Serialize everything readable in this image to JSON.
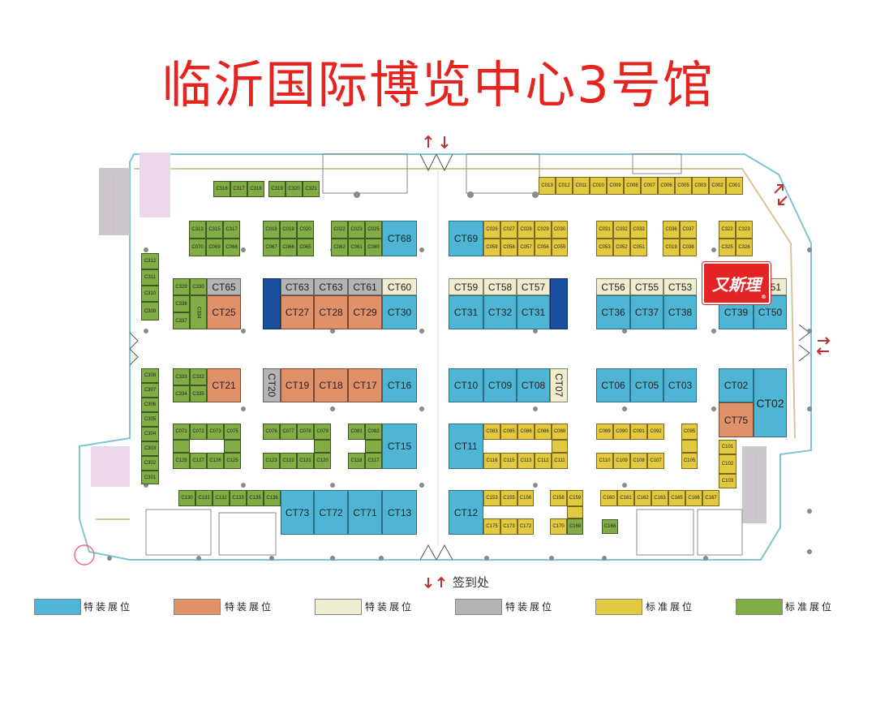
{
  "title": "临沂国际博览中心3号馆",
  "signin_label": "签到处",
  "logo_text": "又斯理",
  "logo_mark": "®",
  "colors": {
    "blue": "#4eb6d4",
    "orange": "#e1916a",
    "cream": "#efeccf",
    "gray": "#b4b4b4",
    "navy": "#1b4fa0",
    "yellow": "#e2c93f",
    "green": "#82ac45",
    "title_red": "#e52420"
  },
  "legend": [
    {
      "color": "blue",
      "label": "特装展位"
    },
    {
      "color": "orange",
      "label": "特装展位"
    },
    {
      "color": "cream",
      "label": "特装展位"
    },
    {
      "color": "gray",
      "label": "特装展位"
    },
    {
      "color": "yellow",
      "label": "标准展位"
    },
    {
      "color": "green",
      "label": "标准展位"
    }
  ],
  "booths": {
    "special": [
      "CT68",
      "CT65",
      "CT25",
      "CT63",
      "CT63",
      "CT61",
      "CT60",
      "CT27",
      "CT28",
      "CT29",
      "CT30",
      "CT69",
      "CT59",
      "CT58",
      "CT57",
      "CT31",
      "CT32",
      "CT31",
      "CT56",
      "CT55",
      "CT53",
      "CT36",
      "CT37",
      "CT38",
      "CT39",
      "CT50",
      "CT21",
      "CT20",
      "CT19",
      "CT18",
      "CT17",
      "CT16",
      "CT10",
      "CT09",
      "CT08",
      "CT07",
      "CT06",
      "CT05",
      "CT03",
      "CT02",
      "CT02",
      "CT75",
      "CT15",
      "CT11",
      "CT73",
      "CT72",
      "CT71",
      "CT13",
      "CT12"
    ],
    "top_row": [
      "C013",
      "C012",
      "C011",
      "C010",
      "C009",
      "C008",
      "C007",
      "C006",
      "C005",
      "C003",
      "C002",
      "C001"
    ],
    "left_top": [
      "C316",
      "C317",
      "C318",
      "C319",
      "C320",
      "C321"
    ],
    "g1": [
      "C313",
      "C315",
      "C317",
      "C070",
      "C069",
      "C068"
    ],
    "g2": [
      "C018",
      "C019",
      "C020",
      "C067",
      "C066",
      "C065"
    ],
    "g3": [
      "C022",
      "C023",
      "C025",
      "C062",
      "C061",
      "C060"
    ],
    "y1": [
      "C026",
      "C027",
      "C028",
      "C029",
      "C030",
      "C059",
      "C058",
      "C057",
      "C056",
      "C055"
    ],
    "y2": [
      "C031",
      "C032",
      "C033",
      "C053",
      "C052",
      "C051"
    ],
    "y3": [
      "C036",
      "C037",
      "C019",
      "C038"
    ],
    "y4": [
      "C322",
      "C323",
      "C325",
      "C326"
    ],
    "left_col": [
      "C312",
      "C311",
      "C310",
      "C309"
    ],
    "g4": [
      "C329",
      "C330",
      "C336",
      "C334",
      "C337"
    ],
    "left_col2": [
      "C308",
      "C307",
      "C306",
      "C305",
      "C304",
      "C303",
      "C302",
      "C301"
    ],
    "g5": [
      "C333",
      "C332",
      "C334",
      "C335"
    ],
    "g6": [
      "C071",
      "C072",
      "C073",
      "C075",
      "C128",
      "C127",
      "C126",
      "C125"
    ],
    "g7": [
      "C076",
      "C077",
      "C078",
      "C079",
      "C123",
      "C122",
      "C121",
      "C120"
    ],
    "g8": [
      "C081",
      "C082",
      "C118",
      "C117"
    ],
    "y5": [
      "C083",
      "C085",
      "C086",
      "C086",
      "C088",
      "C116",
      "C115",
      "C113",
      "C112",
      "C111"
    ],
    "y6": [
      "C089",
      "C090",
      "C091",
      "C092",
      "C110",
      "C109",
      "C108",
      "C107"
    ],
    "y7": [
      "C095",
      "C105"
    ],
    "y8": [
      "C101",
      "C102",
      "C103"
    ],
    "g9": [
      "C130",
      "C131",
      "C132",
      "C133",
      "C135",
      "C136"
    ],
    "y9": [
      "C153",
      "C155",
      "C156",
      "C175",
      "C173",
      "C172"
    ],
    "y10": [
      "C158",
      "C159",
      "C170"
    ],
    "g10": [
      "C169",
      "C168"
    ],
    "y11": [
      "C160",
      "C161",
      "C162",
      "C163",
      "C165",
      "C166",
      "C167"
    ],
    "partial": "51"
  }
}
